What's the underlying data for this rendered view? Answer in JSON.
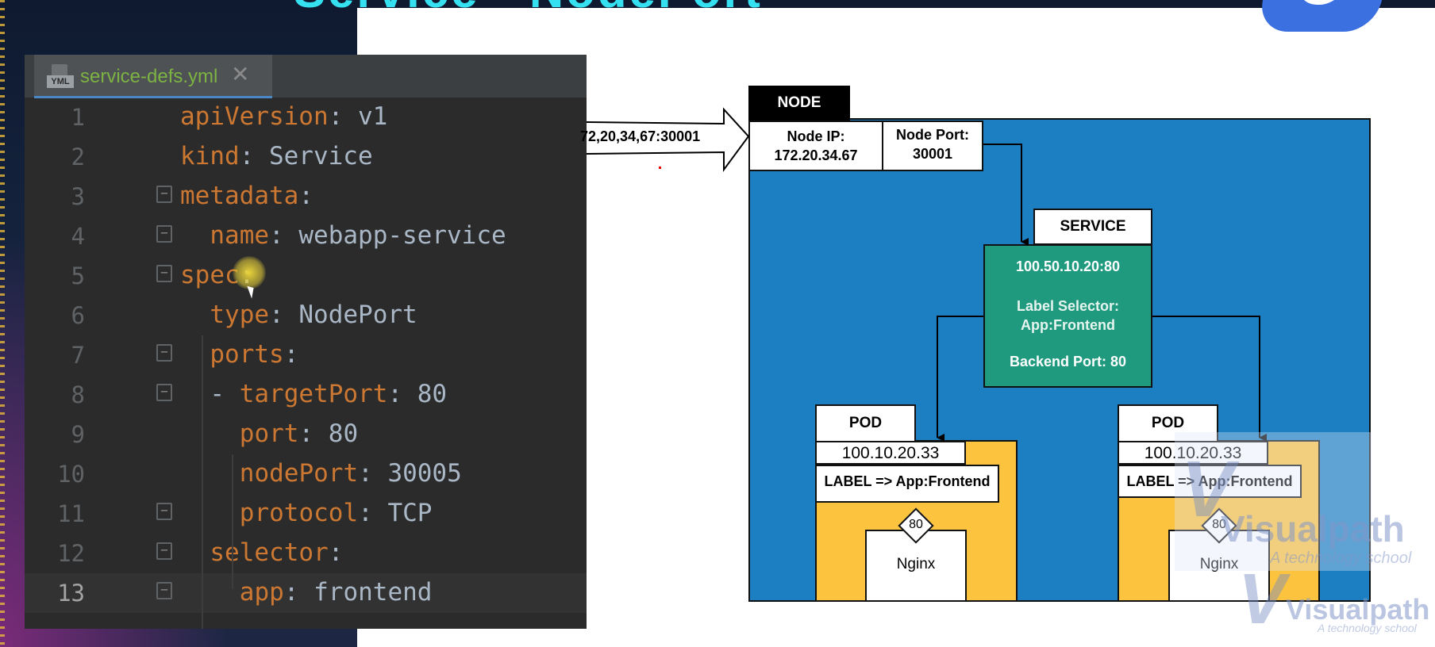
{
  "slide_title_fragment": "Service - NodePort",
  "editor": {
    "tab": {
      "name": "service-defs.yml",
      "icon_badge": "YML",
      "close_glyph": "✕"
    },
    "current_line": 13,
    "lines": [
      {
        "n": "1",
        "key": "apiVersion",
        "sep": ": ",
        "val": "v1"
      },
      {
        "n": "2",
        "key": "kind",
        "sep": ": ",
        "val": "Service"
      },
      {
        "n": "3",
        "key": "metadata",
        "sep": ":",
        "val": ""
      },
      {
        "n": "4",
        "key": "name",
        "sep": ": ",
        "val": "webapp-service"
      },
      {
        "n": "5",
        "key": "spec",
        "sep": ":",
        "val": ""
      },
      {
        "n": "6",
        "key": "type",
        "sep": ": ",
        "val": "NodePort"
      },
      {
        "n": "7",
        "key": "ports",
        "sep": ":",
        "val": ""
      },
      {
        "n": "8",
        "key": "targetPort",
        "sep": ": ",
        "val": "80",
        "dash": "- "
      },
      {
        "n": "9",
        "key": "port",
        "sep": ": ",
        "val": "80"
      },
      {
        "n": "10",
        "key": "nodePort",
        "sep": ": ",
        "val": "30005"
      },
      {
        "n": "11",
        "key": "protocol",
        "sep": ": ",
        "val": "TCP"
      },
      {
        "n": "12",
        "key": "selector",
        "sep": ":",
        "val": ""
      },
      {
        "n": "13",
        "key": "app",
        "sep": ": ",
        "val": "frontend"
      }
    ]
  },
  "diagram": {
    "request_label": "72,20,34,67:30001",
    "node": {
      "header": "NODE",
      "ip_label": "Node IP:",
      "ip": "172.20.34.67",
      "port_label": "Node Port:",
      "port": "30001"
    },
    "service": {
      "header": "SERVICE",
      "ip": "100.50.10.20:80",
      "selector_label": "Label Selector:",
      "selector": "App:Frontend",
      "backend_port": "Backend Port: 80"
    },
    "pods": [
      {
        "header": "POD",
        "ip": "100.10.20.33",
        "label": "LABEL => App:Frontend",
        "port": "80",
        "container": "Nginx"
      },
      {
        "header": "POD",
        "ip": "100.10.20.33",
        "label": "LABEL => App:Frontend",
        "port": "80",
        "container": "Nginx"
      }
    ]
  },
  "watermark": {
    "name": "Visualpath",
    "tagline": "A technology school"
  },
  "colors": {
    "node_blue": "#1c7fc2",
    "service_green": "#1f9a7e",
    "pod_yellow": "#fcc33f",
    "yaml_key": "#cc7832",
    "yaml_value": "#a9b7c6"
  }
}
